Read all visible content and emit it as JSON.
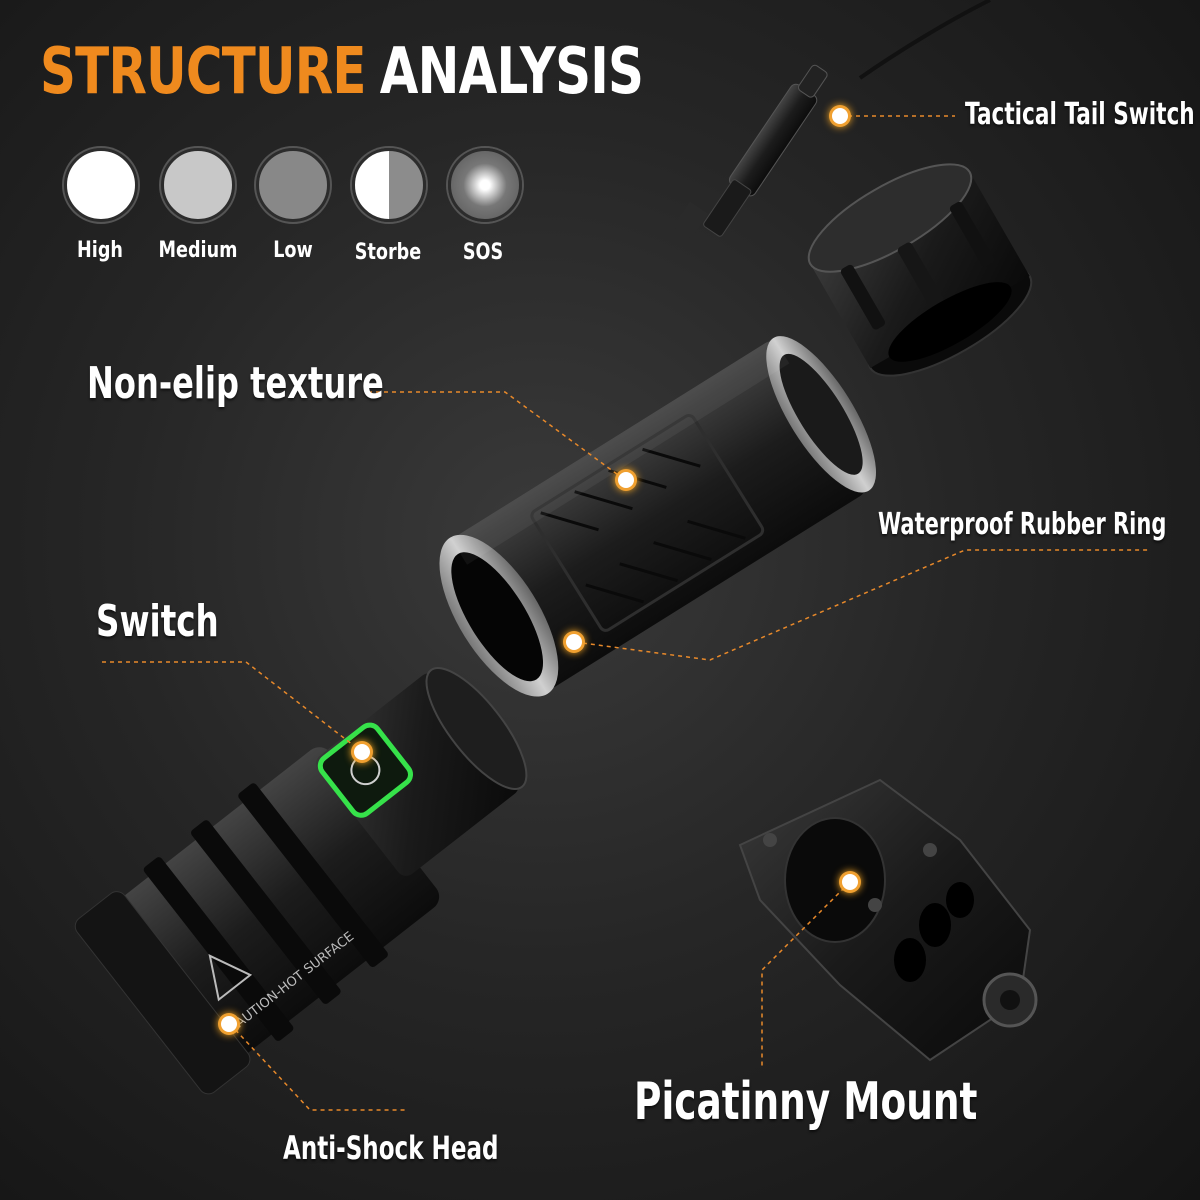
{
  "header": {
    "title_part1": "STRUCTURE",
    "title_part2": "ANALYSIS"
  },
  "modes": [
    {
      "label": "High"
    },
    {
      "label": "Medium"
    },
    {
      "label": "Low"
    },
    {
      "label": "Storbe"
    },
    {
      "label": "SOS"
    }
  ],
  "callouts": {
    "tail_switch": "Tactical Tail Switch",
    "texture": "Non-elip texture",
    "rubber_ring": "Waterproof Rubber Ring",
    "switch": "Switch",
    "head": "Anti-Shock Head",
    "mount": "Picatinny Mount"
  },
  "head_engraving": "CAUTION-HOT SURFACE",
  "colors": {
    "accent": "#ef8a1e",
    "callout_line": "#e8892a",
    "switch_glow": "#36e24a"
  }
}
